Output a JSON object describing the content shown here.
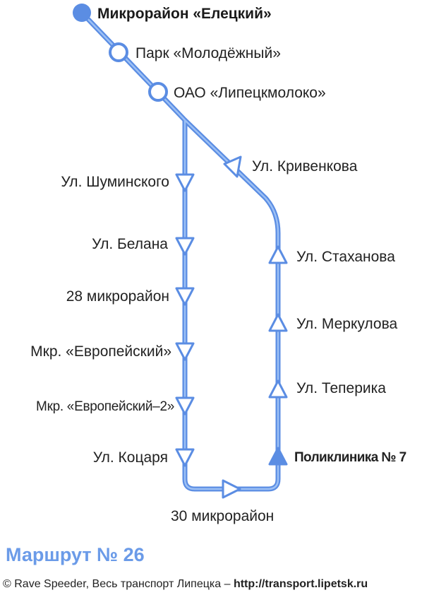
{
  "route": {
    "title": "Маршрут № 26",
    "line_color": "#6b9be8",
    "title_color": "#6b9be8"
  },
  "stops": {
    "eletsky": "Микрорайон «Елецкий»",
    "park": "Парк «Молодёжный»",
    "oao": "ОАО «Липецкмолоко»",
    "shuminsky": "Ул. Шуминского",
    "belana": "Ул. Белана",
    "mkr28": "28 микрорайон",
    "evropeysky": "Мкр. «Европейский»",
    "evropeysky2": "Мкр. «Европейский–2»",
    "kotsarya": "Ул. Коцаря",
    "mkr30": "30 микрорайон",
    "poliklinika": "Поликлиника № 7",
    "teperika": "Ул. Теперика",
    "merkulova": "Ул. Меркулова",
    "stakhanova": "Ул. Стаханова",
    "krivenkova": "Ул. Кривенкова"
  },
  "footer": {
    "credit": "© Rave Speeder, Весь транспорт Липецка – ",
    "url": "http://transport.lipetsk.ru"
  }
}
